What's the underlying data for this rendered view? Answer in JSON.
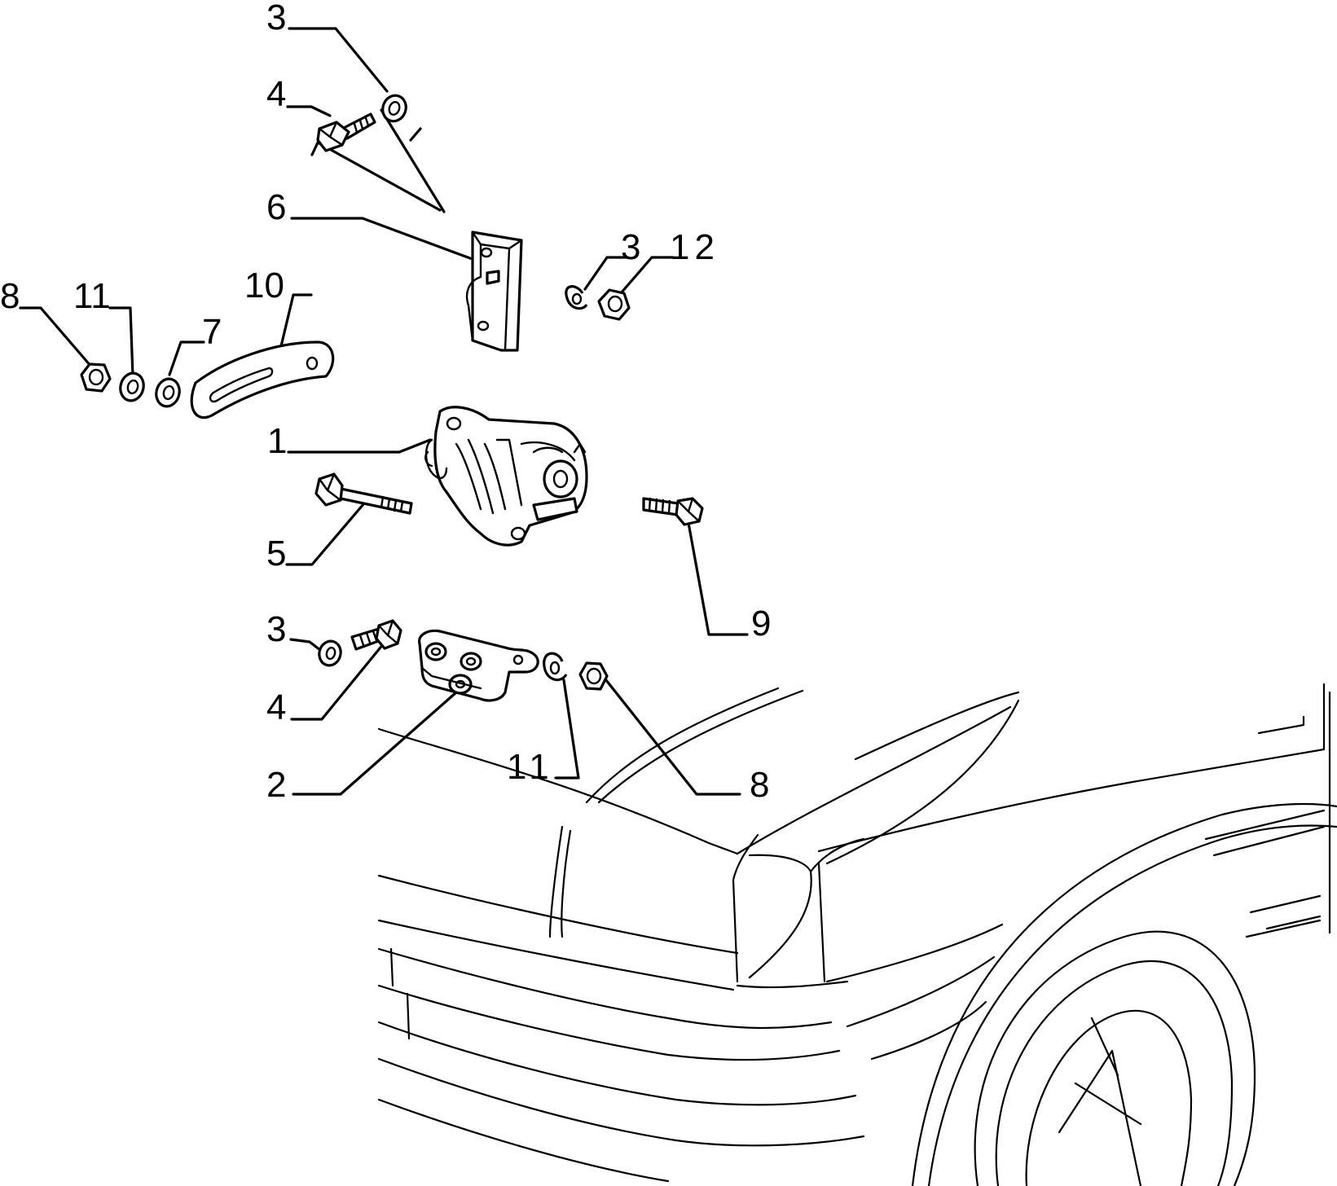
{
  "callouts": [
    {
      "id": "top-3",
      "text": "3"
    },
    {
      "id": "top-4",
      "text": "4"
    },
    {
      "id": "6",
      "text": "6"
    },
    {
      "id": "right-3",
      "text": "3"
    },
    {
      "id": "12",
      "text": "12"
    },
    {
      "id": "left-8",
      "text": "8"
    },
    {
      "id": "left-11",
      "text": "11"
    },
    {
      "id": "10",
      "text": "10"
    },
    {
      "id": "7",
      "text": "7"
    },
    {
      "id": "1",
      "text": "1"
    },
    {
      "id": "5",
      "text": "5"
    },
    {
      "id": "9",
      "text": "9"
    },
    {
      "id": "bottom-3",
      "text": "3"
    },
    {
      "id": "bottom-4",
      "text": "4"
    },
    {
      "id": "bottom-11",
      "text": "11"
    },
    {
      "id": "2",
      "text": "2"
    },
    {
      "id": "bottom-8",
      "text": "8"
    }
  ],
  "parts": [
    {
      "ref": "1",
      "icon": "alternator-icon"
    },
    {
      "ref": "2",
      "icon": "lower-bracket-icon"
    },
    {
      "ref": "3",
      "icon": "washer-icon"
    },
    {
      "ref": "4",
      "icon": "bolt-icon"
    },
    {
      "ref": "5",
      "icon": "long-bolt-icon"
    },
    {
      "ref": "6",
      "icon": "upper-bracket-icon"
    },
    {
      "ref": "7",
      "icon": "washer-icon"
    },
    {
      "ref": "8",
      "icon": "nut-icon"
    },
    {
      "ref": "9",
      "icon": "bolt-icon"
    },
    {
      "ref": "10",
      "icon": "tension-strap-icon"
    },
    {
      "ref": "11",
      "icon": "split-washer-icon"
    },
    {
      "ref": "12",
      "icon": "nut-icon"
    }
  ]
}
